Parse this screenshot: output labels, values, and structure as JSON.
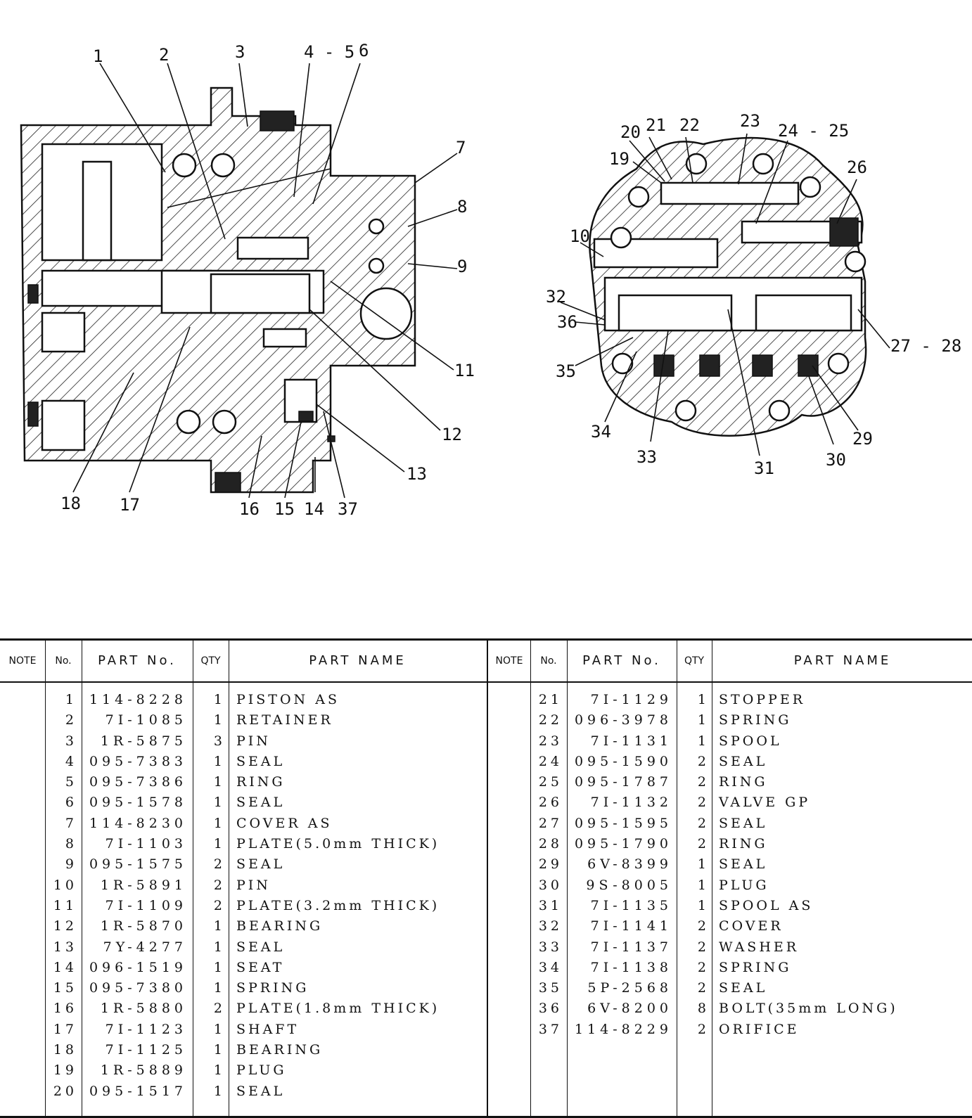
{
  "callouts": {
    "left": [
      "1",
      "2",
      "3",
      "4 - 5",
      "6",
      "7",
      "8",
      "9",
      "11",
      "12",
      "13",
      "37",
      "14",
      "15",
      "16",
      "17",
      "18"
    ],
    "right": [
      "20",
      "21",
      "22",
      "23",
      "24 - 25",
      "19",
      "26",
      "10",
      "32",
      "36",
      "27 - 28",
      "35",
      "34",
      "33",
      "31",
      "30",
      "29"
    ]
  },
  "table": {
    "headers": {
      "note": "NOTE",
      "no": "No.",
      "part_no": "PART No.",
      "qty": "QTY",
      "part_name": "PART NAME"
    },
    "left_rows": [
      {
        "no": "1",
        "part_no": "114-8228",
        "qty": "1",
        "name": "PISTON AS"
      },
      {
        "no": "2",
        "part_no": "7I-1085",
        "qty": "1",
        "name": "RETAINER"
      },
      {
        "no": "3",
        "part_no": "1R-5875",
        "qty": "3",
        "name": "PIN"
      },
      {
        "no": "4",
        "part_no": "095-7383",
        "qty": "1",
        "name": "SEAL"
      },
      {
        "no": "5",
        "part_no": "095-7386",
        "qty": "1",
        "name": "RING"
      },
      {
        "no": "6",
        "part_no": "095-1578",
        "qty": "1",
        "name": "SEAL"
      },
      {
        "no": "7",
        "part_no": "114-8230",
        "qty": "1",
        "name": "COVER AS"
      },
      {
        "no": "8",
        "part_no": "7I-1103",
        "qty": "1",
        "name": "PLATE(5.0mm THICK)"
      },
      {
        "no": "9",
        "part_no": "095-1575",
        "qty": "2",
        "name": "SEAL"
      },
      {
        "no": "10",
        "part_no": "1R-5891",
        "qty": "2",
        "name": "PIN"
      },
      {
        "no": "11",
        "part_no": "7I-1109",
        "qty": "2",
        "name": "PLATE(3.2mm THICK)"
      },
      {
        "no": "12",
        "part_no": "1R-5870",
        "qty": "1",
        "name": "BEARING"
      },
      {
        "no": "13",
        "part_no": "7Y-4277",
        "qty": "1",
        "name": "SEAL"
      },
      {
        "no": "14",
        "part_no": "096-1519",
        "qty": "1",
        "name": "SEAT"
      },
      {
        "no": "15",
        "part_no": "095-7380",
        "qty": "1",
        "name": "SPRING"
      },
      {
        "no": "16",
        "part_no": "1R-5880",
        "qty": "2",
        "name": "PLATE(1.8mm THICK)"
      },
      {
        "no": "17",
        "part_no": "7I-1123",
        "qty": "1",
        "name": "SHAFT"
      },
      {
        "no": "18",
        "part_no": "7I-1125",
        "qty": "1",
        "name": "BEARING"
      },
      {
        "no": "19",
        "part_no": "1R-5889",
        "qty": "1",
        "name": "PLUG"
      },
      {
        "no": "20",
        "part_no": "095-1517",
        "qty": "1",
        "name": "SEAL"
      }
    ],
    "right_rows": [
      {
        "no": "21",
        "part_no": "7I-1129",
        "qty": "1",
        "name": "STOPPER"
      },
      {
        "no": "22",
        "part_no": "096-3978",
        "qty": "1",
        "name": "SPRING"
      },
      {
        "no": "23",
        "part_no": "7I-1131",
        "qty": "1",
        "name": "SPOOL"
      },
      {
        "no": "24",
        "part_no": "095-1590",
        "qty": "2",
        "name": "SEAL"
      },
      {
        "no": "25",
        "part_no": "095-1787",
        "qty": "2",
        "name": "RING"
      },
      {
        "no": "26",
        "part_no": "7I-1132",
        "qty": "2",
        "name": "VALVE GP"
      },
      {
        "no": "27",
        "part_no": "095-1595",
        "qty": "2",
        "name": "SEAL"
      },
      {
        "no": "28",
        "part_no": "095-1790",
        "qty": "2",
        "name": "RING"
      },
      {
        "no": "29",
        "part_no": "6V-8399",
        "qty": "1",
        "name": "SEAL"
      },
      {
        "no": "30",
        "part_no": "9S-8005",
        "qty": "1",
        "name": "PLUG"
      },
      {
        "no": "31",
        "part_no": "7I-1135",
        "qty": "1",
        "name": "SPOOL AS"
      },
      {
        "no": "32",
        "part_no": "7I-1141",
        "qty": "2",
        "name": "COVER"
      },
      {
        "no": "33",
        "part_no": "7I-1137",
        "qty": "2",
        "name": "WASHER"
      },
      {
        "no": "34",
        "part_no": "7I-1138",
        "qty": "2",
        "name": "SPRING"
      },
      {
        "no": "35",
        "part_no": "5P-2568",
        "qty": "2",
        "name": "SEAL"
      },
      {
        "no": "36",
        "part_no": "6V-8200",
        "qty": "8",
        "name": "BOLT(35mm LONG)"
      },
      {
        "no": "37",
        "part_no": "114-8229",
        "qty": "2",
        "name": "ORIFICE"
      }
    ]
  }
}
